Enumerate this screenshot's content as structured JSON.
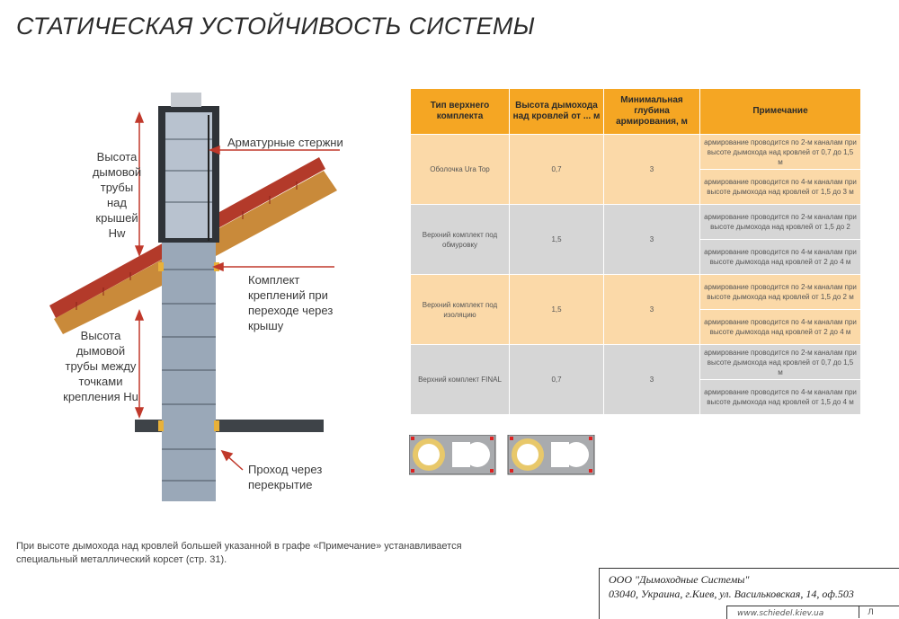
{
  "title": "СТАТИЧЕСКАЯ УСТОЙЧИВОСТЬ СИСТЕМЫ",
  "labels": {
    "hw": "Высота дымовой трубы над крышей Hw",
    "rods": "Арматурные стержни",
    "kit": "Комплект креплений при переходе через крышу",
    "hu": "Высота дымовой трубы между точками крепления Hu",
    "passage": "Проход через перекрытие"
  },
  "table": {
    "headers": [
      "Тип верхнего комплекта",
      "Высота дымохода над кровлей от ... м",
      "Минимальная глубина армирования, м",
      "Примечание"
    ],
    "groups": [
      {
        "type": "Оболочка Ura Top",
        "height": "0,7",
        "depth": "3",
        "notes": [
          "армирование проводится по 2-м каналам при высоте дымохода над кровлей от 0,7 до 1,5 м",
          "армирование проводится по 4-м каналам при высоте дымохода над кровлей от 1,5 до 3 м"
        ]
      },
      {
        "type": "Верхний комплект под обмуровку",
        "height": "1,5",
        "depth": "3",
        "notes": [
          "армирование проводится по 2-м каналам при высоте дымохода над кровлей от 1,5 до 2",
          "армирование проводится по 4-м каналам при высоте дымохода над кровлей от 2 до 4 м"
        ]
      },
      {
        "type": "Верхний комплект под изоляцию",
        "height": "1,5",
        "depth": "3",
        "notes": [
          "армирование проводится по 2-м каналам при высоте дымохода над кровлей от 1,5 до 2 м",
          "армирование проводится по 4-м каналам при высоте дымохода над кровлей от 2 до 4 м"
        ]
      },
      {
        "type": "Верхний комплект FINAL",
        "height": "0,7",
        "depth": "3",
        "notes": [
          "армирование проводится по 2-м каналам при высоте дымохода над кровлей от 0,7 до 1,5 м",
          "армирование проводится по 4-м каналам при высоте дымохода над кровлей от 1,5 до 4 м"
        ]
      }
    ]
  },
  "footnote_line1": "При высоте дымохода над кровлей большей указанной в графе «Примечание» устанавливается",
  "footnote_line2": "специальный металлический корсет (стр. 31).",
  "stamp": {
    "company": "ООО \"Дымоходные Системы\"",
    "address": "03040, Украина, г.Киев, ул. Васильковская, 14, оф.503",
    "website": "www.schiedel.kiev.ua",
    "page": "Л"
  },
  "colors": {
    "header": "#f5a623",
    "peach": "#fbd9a8",
    "grey": "#d6d6d6",
    "arrow": "#c0392b"
  }
}
